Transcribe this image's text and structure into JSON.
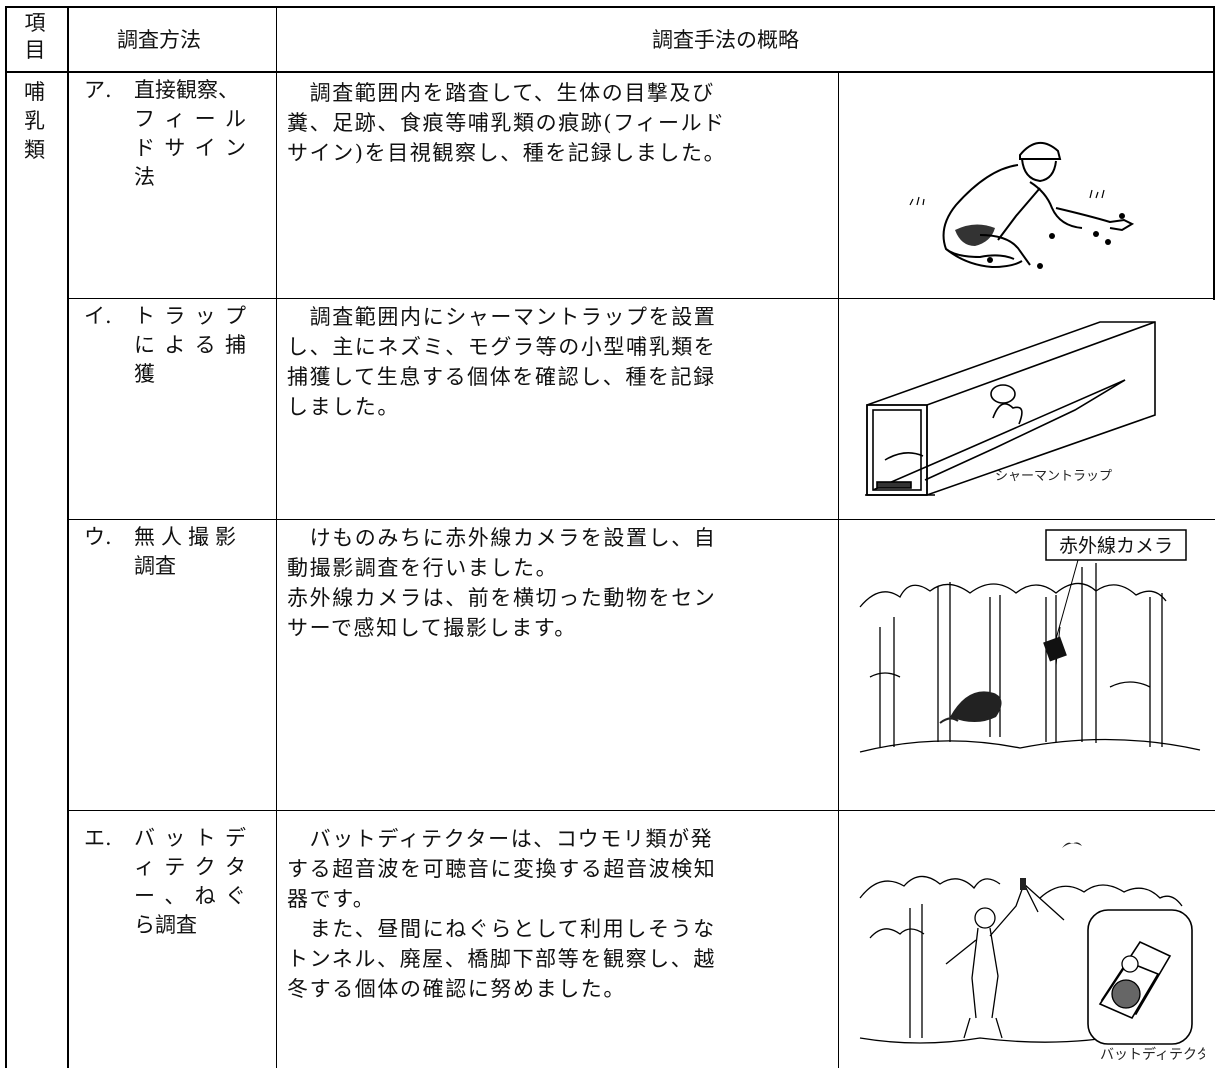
{
  "table": {
    "headers": {
      "item": "項目",
      "method": "調査方法",
      "summary": "調査手法の概略"
    },
    "category": "哺乳類",
    "rows": [
      {
        "marker": "ア.",
        "method_lines": [
          "直接観察、",
          "フィール",
          "ドサイン",
          "法"
        ],
        "description_lines": [
          "　調査範囲内を踏査して、生体の目撃及び",
          "糞、足跡、食痕等哺乳類の痕跡(フィールド",
          "サイン)を目視観察し、種を記録しました。"
        ],
        "illustration_icon": "person-observing-field-sign-icon"
      },
      {
        "marker": "イ.",
        "method_lines": [
          "トラップ",
          "による捕",
          "獲"
        ],
        "description_lines": [
          "　調査範囲内にシャーマントラップを設置",
          "し、主にネズミ、モグラ等の小型哺乳類を",
          "捕獲して生息する個体を確認し、種を記録",
          "しました。"
        ],
        "illustration_icon": "sherman-trap-icon",
        "illustration_caption": "シャーマントラップ"
      },
      {
        "marker": "ウ.",
        "method_lines": [
          "無人撮影",
          "調査"
        ],
        "description_lines": [
          "　けものみちに赤外線カメラを設置し、自",
          "動撮影調査を行いました。",
          "赤外線カメラは、前を横切った動物をセン",
          "サーで感知して撮影します。"
        ],
        "illustration_icon": "infrared-camera-forest-icon",
        "illustration_caption": "赤外線カメラ"
      },
      {
        "marker": "エ.",
        "method_lines": [
          "バットデ",
          "ィテクタ",
          "ー、ねぐ",
          "ら調査"
        ],
        "description_lines": [
          "　バットディテクターは、コウモリ類が発",
          "する超音波を可聴音に変換する超音波検知",
          "器です。",
          "　また、昼間にねぐらとして利用しそうな",
          "トンネル、廃屋、橋脚下部等を観察し、越",
          "冬する個体の確認に努めました。"
        ],
        "illustration_icon": "bat-detector-icon",
        "illustration_caption": "バットディテクター"
      }
    ]
  }
}
